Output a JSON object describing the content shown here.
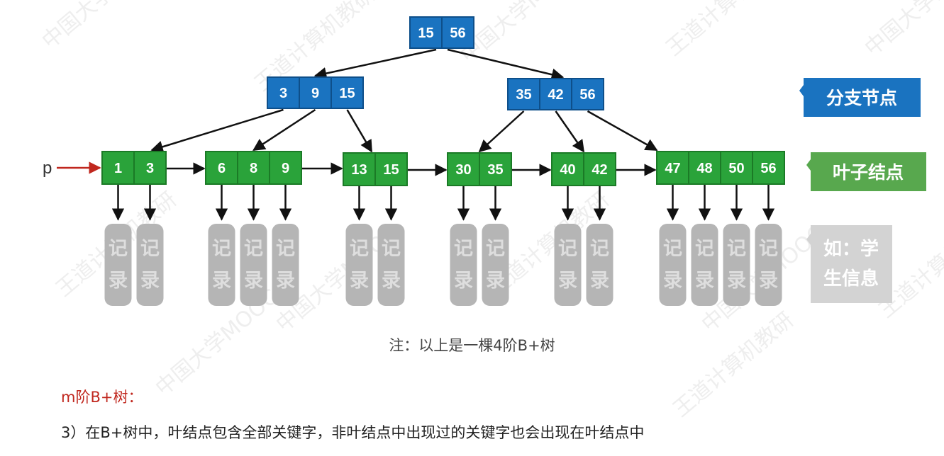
{
  "colors": {
    "branch_fill": "#1a73c0",
    "branch_stroke": "#0e4f8a",
    "leaf_fill": "#2aa33a",
    "leaf_stroke": "#1b7a26",
    "record_fill": "#b5b5b5",
    "pointer_arrow": "#c0271e",
    "branch_tag": "#1a73c0",
    "leaf_tag": "#58a84e",
    "example_tag": "#d3d3d3",
    "rule_title": "#c0271e"
  },
  "tree": {
    "root": {
      "keys": [
        "15",
        "56"
      ]
    },
    "branches": [
      {
        "keys": [
          "3",
          "9",
          "15"
        ]
      },
      {
        "keys": [
          "35",
          "42",
          "56"
        ]
      }
    ],
    "leaves": [
      {
        "keys": [
          "1",
          "3"
        ]
      },
      {
        "keys": [
          "6",
          "8",
          "9"
        ]
      },
      {
        "keys": [
          "13",
          "15"
        ]
      },
      {
        "keys": [
          "30",
          "35"
        ]
      },
      {
        "keys": [
          "40",
          "42"
        ]
      },
      {
        "keys": [
          "47",
          "48",
          "50",
          "56"
        ]
      }
    ],
    "record_label_top": "记",
    "record_label_bottom": "录",
    "pointer_label": "p"
  },
  "legend": {
    "branch_label": "分支节点",
    "leaf_label": "叶子结点",
    "example_line1": "如：学",
    "example_line2": "生信息"
  },
  "watermark": {
    "texts": [
      "中国大学MOOC",
      "王道计算机教研"
    ]
  },
  "note": "注：以上是一棵4阶B+树",
  "rule_title": "m阶B+树：",
  "rule_text": "3）在B+树中，叶结点包含全部关键字，非叶结点中出现过的关键字也会出现在叶结点中"
}
